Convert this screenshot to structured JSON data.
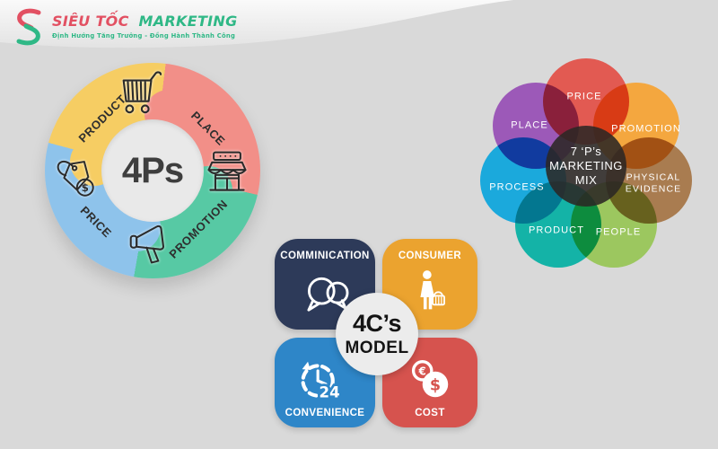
{
  "page": {
    "background_color": "#d9d9d9"
  },
  "logo": {
    "brand_primary": "SIÊU TỐC",
    "brand_secondary": "MARKETING",
    "tagline": "Định Hướng Tăng Trưởng - Đồng Hành Thành Công",
    "primary_color": "#e25062",
    "secondary_color": "#2fb886"
  },
  "four_ps": {
    "center_label": "4Ps",
    "hole_color": "#e9e9e9",
    "segments": [
      {
        "label": "PRODUCT",
        "color": "#F6CD63",
        "icon": "shopping-cart-icon"
      },
      {
        "label": "PLACE",
        "color": "#F28F88",
        "icon": "storefront-icon"
      },
      {
        "label": "PROMOTION",
        "color": "#57C9A4",
        "icon": "megaphone-icon"
      },
      {
        "label": "PRICE",
        "color": "#8EC3EB",
        "icon": "price-tags-icon"
      }
    ]
  },
  "seven_ps": {
    "center_lines": [
      "7 ‘P’s",
      "MARKETING",
      "MIX"
    ],
    "center_color": "#2b2724",
    "petals": [
      {
        "label": "PRICE",
        "color": "#E25A52"
      },
      {
        "label": "PROMOTION",
        "color": "#F4A73F"
      },
      {
        "label": "PHYSICAL EVIDENCE",
        "color": "#A97C50"
      },
      {
        "label": "PEOPLE",
        "color": "#9CC75F"
      },
      {
        "label": "PRODUCT",
        "color": "#14B3A7"
      },
      {
        "label": "PROCESS",
        "color": "#1BA9DC"
      },
      {
        "label": "PLACE",
        "color": "#9C59B8"
      }
    ]
  },
  "four_cs": {
    "center_line1": "4C’s",
    "center_line2": "MODEL",
    "center_color": "#ececec",
    "cells": [
      {
        "label": "COMMINICATION",
        "color": "#2D3A59",
        "icon": "speech-bubbles-icon"
      },
      {
        "label": "CONSUMER",
        "color": "#EBA32F",
        "icon": "consumer-basket-icon"
      },
      {
        "label": "CONVENIENCE",
        "color": "#2E86C8",
        "icon": "clock-24-icon"
      },
      {
        "label": "COST",
        "color": "#D6534E",
        "icon": "coins-icon"
      }
    ]
  },
  "icon_glyphs": {
    "tag_dollar": "$",
    "coin_euro": "€",
    "coin_dollar": "$",
    "clock_hours": "24"
  }
}
